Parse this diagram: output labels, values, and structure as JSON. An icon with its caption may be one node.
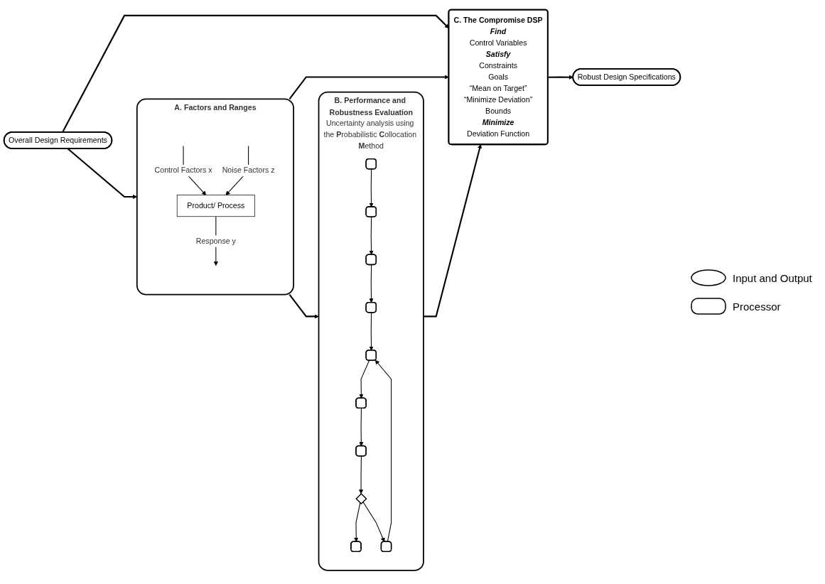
{
  "diagram": {
    "nodes": [
      {
        "text": [
          "Overall Design Requirements"
        ]
      },
      {
        "text": [
          "C. The Compromise DSP",
          "Find",
          "Control Variables",
          "Satisfy",
          "Constraints",
          "Goals",
          "“Mean on Target”",
          "“Minimize Deviation”",
          "Bounds",
          "Minimize",
          "Deviation Function"
        ]
      },
      {
        "text": [
          "Robust Design Specifications"
        ]
      },
      {
        "text": [
          "A. Factors and Ranges"
        ]
      },
      {
        "text": [
          "Product/ Process"
        ],
        "in": 3
      },
      {
        "text": [
          "B. Performance and Robustness Evaluation",
          "Uncertainty analysis using the **P**robabilistic **C**ollocation **M**ethod"
        ]
      },
      {
        "text": [],
        "shape": "box",
        "in": 5
      },
      {
        "text": [],
        "shape": "box",
        "in": 5
      },
      {
        "text": [],
        "shape": "box",
        "in": 5
      },
      {
        "text": [],
        "shape": "box",
        "in": 5
      },
      {
        "text": [],
        "shape": "box",
        "in": 5
      },
      {
        "text": [],
        "shape": "box",
        "in": 5
      },
      {
        "text": [],
        "shape": "box",
        "in": 5
      },
      {
        "text": [],
        "shape": "box",
        "in": 5
      },
      {
        "text": [],
        "shape": "diamond",
        "in": 5
      },
      {
        "text": [],
        "shape": "box",
        "in": 5
      }
    ],
    "edges": [
      {
        "from": 0,
        "to": 1,
        "arrow": "to"
      },
      {
        "from": 0,
        "to": 3,
        "arrow": "to"
      },
      {
        "from": 3,
        "to": 1,
        "arrow": "to"
      },
      {
        "from": 1,
        "to": 2,
        "arrow": "to"
      },
      {
        "from": 3,
        "to": 5,
        "arrow": "to"
      },
      {
        "from": 5,
        "to": 1,
        "arrow": "to"
      },
      {
        "from": null,
        "to": 4,
        "arrow": "to",
        "label": "Control Factors x"
      },
      {
        "from": null,
        "to": 4,
        "arrow": "to",
        "label": "Noise Factors z"
      },
      {
        "from": 4,
        "to": null,
        "arrow": "to",
        "label": "Response y"
      },
      {
        "from": 6,
        "to": 7,
        "arrow": "to"
      },
      {
        "from": 7,
        "to": 8,
        "arrow": "to"
      },
      {
        "from": 8,
        "to": 9,
        "arrow": "to"
      },
      {
        "from": 9,
        "to": 11,
        "arrow": "to"
      },
      {
        "from": 10,
        "to": 11,
        "arrow": "to"
      },
      {
        "from": 11,
        "to": 12,
        "arrow": "to"
      },
      {
        "from": 12,
        "to": 13,
        "arrow": "to"
      },
      {
        "from": 13,
        "to": 14,
        "arrow": "to"
      },
      {
        "from": 14,
        "to": 15,
        "arrow": "to"
      },
      {
        "from": 14,
        "to": 10,
        "arrow": "to"
      }
    ],
    "legend": [
      {
        "text": "Input and Output"
      },
      {
        "text": "Processor"
      }
    ]
  }
}
